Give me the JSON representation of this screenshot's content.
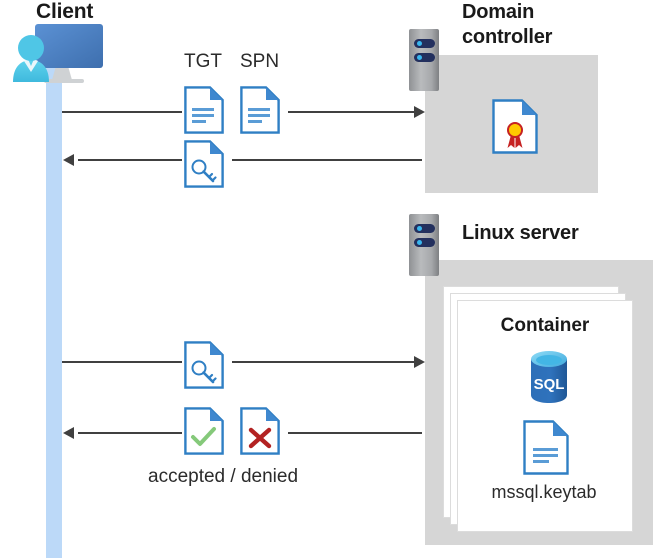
{
  "diagram": {
    "type": "sequence-diagram",
    "title_client": "Client",
    "domain_controller": {
      "title": "Domain controller",
      "icon": "server-rack-icon",
      "contains": "certificate-document-icon"
    },
    "linux_server": {
      "title": "Linux server",
      "icon": "server-rack-icon",
      "container": {
        "title": "Container",
        "database_icon_label": "SQL",
        "keytab_label": "mssql.keytab"
      }
    },
    "messages": [
      {
        "id": 1,
        "direction": "right",
        "from": "Client",
        "to": "Domain controller",
        "labels": [
          "TGT",
          "SPN"
        ],
        "icons": [
          "document-icon",
          "document-icon"
        ]
      },
      {
        "id": 2,
        "direction": "left",
        "from": "Domain controller",
        "to": "Client",
        "labels": [],
        "icons": [
          "key-document-icon"
        ]
      },
      {
        "id": 3,
        "direction": "right",
        "from": "Client",
        "to": "Linux server",
        "labels": [],
        "icons": [
          "key-document-icon"
        ]
      },
      {
        "id": 4,
        "direction": "left",
        "from": "Linux server",
        "to": "Client",
        "labels": [
          "accepted / denied"
        ],
        "icons": [
          "check-document-icon",
          "cross-document-icon"
        ]
      }
    ],
    "labels": {
      "tgt": "TGT",
      "spn": "SPN",
      "accepted_denied": "accepted / denied",
      "sql": "SQL"
    },
    "colors": {
      "lifeline": "#bcd9f8",
      "host_box": "#d6d6d6",
      "doc_border": "#2f7fc4",
      "doc_fold": "#3f88cf",
      "line": "#404040",
      "check_green": "#85c97a",
      "cross_red": "#b32222",
      "sql_blue": "#2868ae",
      "cert_gold": "#ffc900",
      "cert_red": "#c62222",
      "monitor_blue": "#4a82c4",
      "person_cyan": "#49c0e0"
    }
  }
}
